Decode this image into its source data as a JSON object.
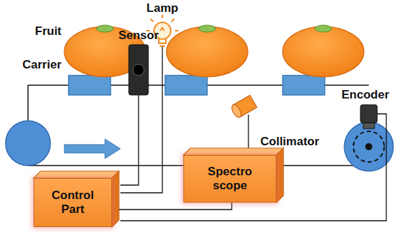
{
  "diagram": {
    "nodes": [
      {
        "text": [
          "Spectro scope"
        ]
      },
      {
        "text": [
          "Control Part"
        ]
      }
    ],
    "edges": [
      {
        "from": 0,
        "to": 1,
        "arrow": "none"
      }
    ],
    "labels": [
      "Lamp",
      "Fruit",
      "Sensor",
      "Carrier",
      "Collimator",
      "Encoder"
    ]
  }
}
